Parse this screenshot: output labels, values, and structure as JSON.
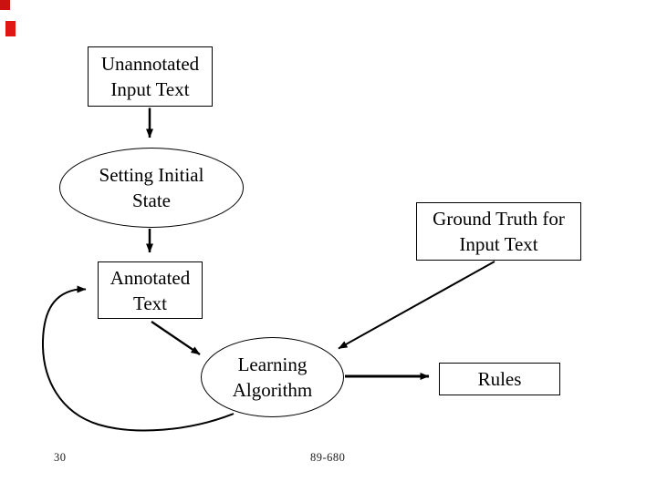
{
  "diagram": {
    "title_implicit": "",
    "nodes": {
      "unannotated_input_text": "Unannotated\nInput Text",
      "setting_initial_state": "Setting Initial\nState",
      "ground_truth": "Ground Truth for\nInput Text",
      "annotated_text": "Annotated\nText",
      "learning_algorithm": "Learning\nAlgorithm",
      "rules": "Rules"
    },
    "edges": [
      "unannotated-input-text -> setting-initial-state",
      "setting-initial-state -> annotated-text",
      "annotated-text -> learning-algorithm",
      "ground-truth -> learning-algorithm",
      "learning-algorithm -> rules",
      "learning-algorithm -> annotated-text (feedback loop)"
    ]
  },
  "footer": {
    "page_number": "30",
    "course_code": "89-680"
  },
  "colors": {
    "line": "#000000",
    "node_border": "#000000",
    "background": "#ffffff",
    "accent_red": "#cc1111",
    "accent_red_2": "#e01515"
  }
}
